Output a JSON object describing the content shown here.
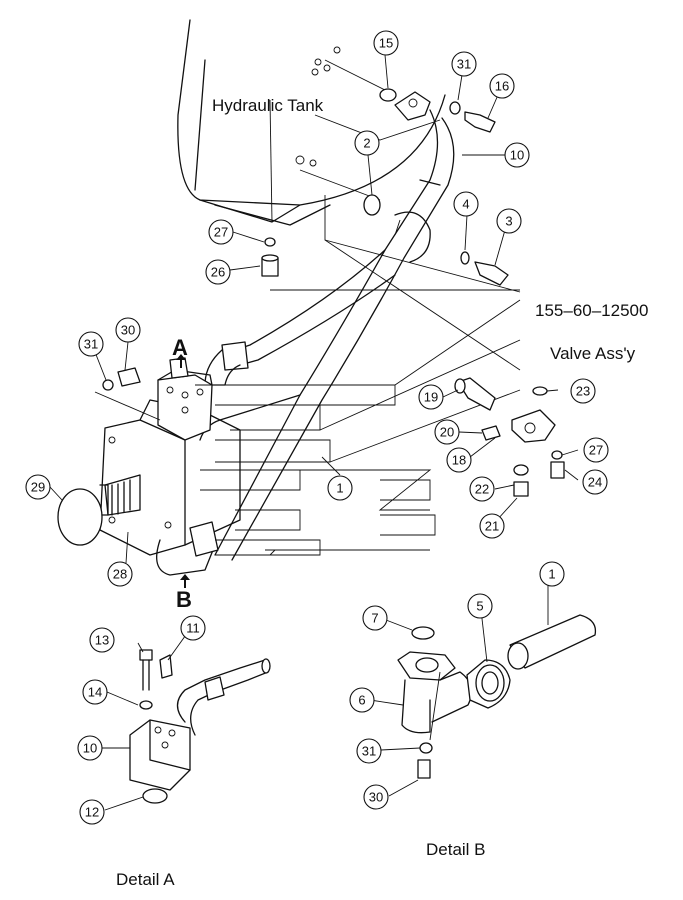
{
  "labels": {
    "tank": "Hydraulic Tank",
    "part_number": "155–60–12500",
    "valve": "Valve Ass'y",
    "detail_a": "Detail A",
    "detail_b": "Detail B",
    "arrow_a": "A",
    "arrow_b": "B"
  },
  "callouts": [
    "15",
    "31",
    "16",
    "2",
    "10",
    "4",
    "3",
    "27",
    "26",
    "23",
    "19",
    "20",
    "27",
    "24",
    "18",
    "22",
    "21",
    "1",
    "31",
    "30",
    "29",
    "28",
    "13",
    "11",
    "14",
    "10",
    "12",
    "7",
    "5",
    "1",
    "6",
    "31",
    "30"
  ]
}
